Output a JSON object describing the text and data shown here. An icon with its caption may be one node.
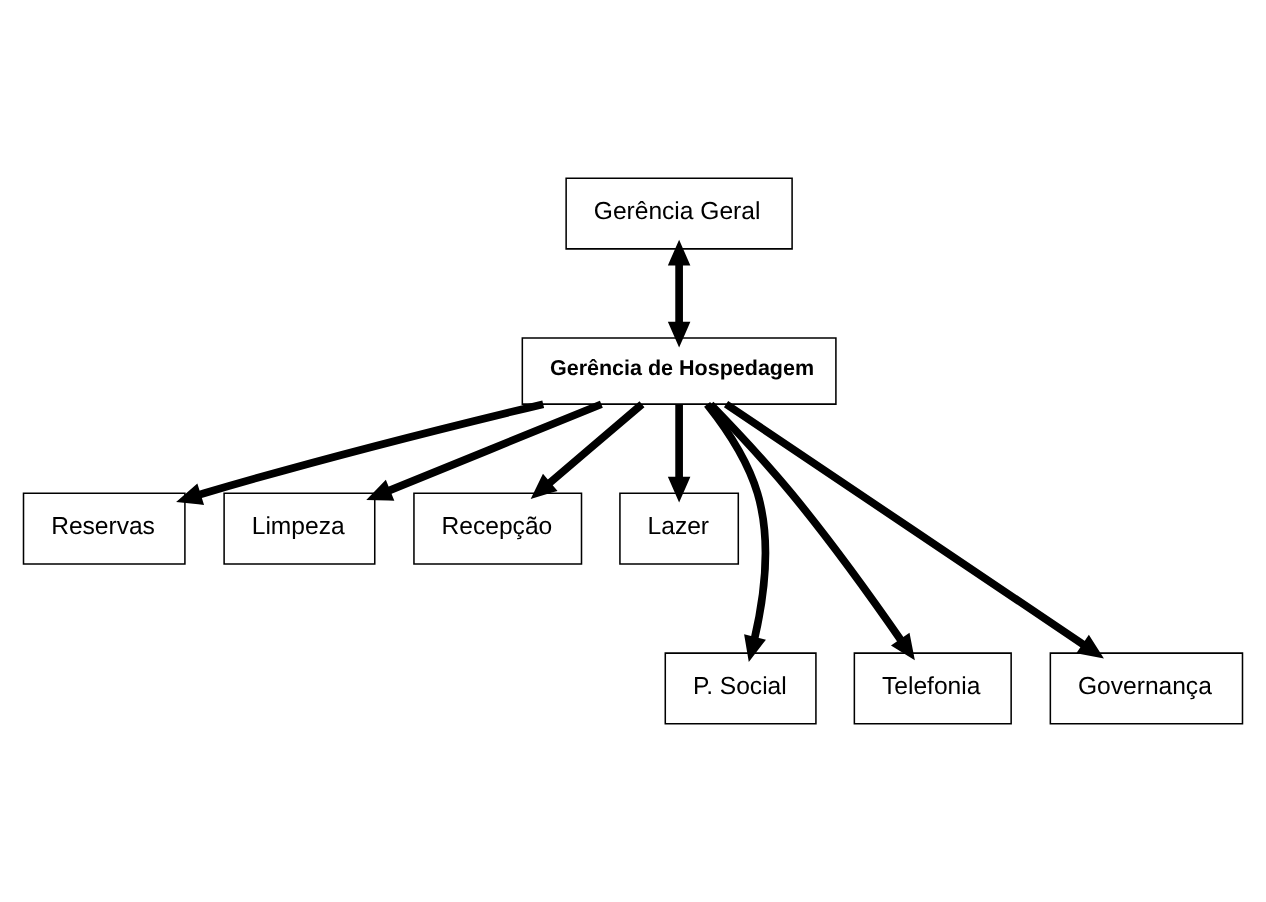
{
  "diagram": {
    "nodes": [
      {
        "text": [
          "Gerência Geral"
        ]
      },
      {
        "text": [
          "Reservas"
        ]
      },
      {
        "text": [
          "Gerência de Hospedagem"
        ]
      },
      {
        "text": [
          "Limpeza"
        ]
      },
      {
        "text": [
          "Recepção"
        ]
      },
      {
        "text": [
          "Lazer"
        ]
      },
      {
        "text": [
          "P. Social"
        ]
      },
      {
        "text": [
          "Telefonia"
        ]
      },
      {
        "text": [
          "Governança"
        ]
      }
    ],
    "edges": [
      {
        "from": 2,
        "to": 0,
        "arrow": "both"
      },
      {
        "from": 2,
        "to": 1,
        "arrow": "to"
      },
      {
        "from": 2,
        "to": 4,
        "arrow": "to"
      },
      {
        "from": 2,
        "to": 3,
        "arrow": "to"
      },
      {
        "from": 2,
        "to": 5,
        "arrow": "to"
      },
      {
        "from": 2,
        "to": 6,
        "arrow": "to"
      },
      {
        "from": 2,
        "to": 7,
        "arrow": "to"
      },
      {
        "from": 2,
        "to": 8,
        "arrow": "to"
      }
    ]
  }
}
